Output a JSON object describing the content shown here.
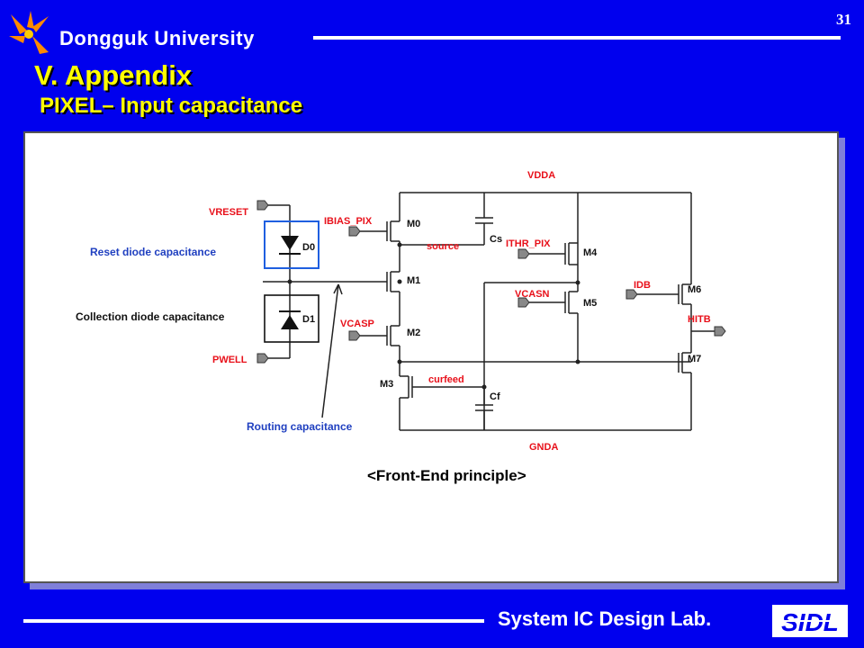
{
  "header": {
    "university": "Dongguk University",
    "page_number": "31",
    "title": "V. Appendix",
    "subtitle": "PIXEL– Input capacitance"
  },
  "footer": {
    "lab": "System IC Design Lab.",
    "logo_text": "SIDL"
  },
  "diagram": {
    "caption": "<Front-End principle>",
    "annotations": {
      "reset_diode": "Reset diode capacitance",
      "collection_diode": "Collection diode capacitance",
      "routing": "Routing capacitance"
    },
    "nets": {
      "vdda": "VDDA",
      "gnda": "GNDA",
      "vreset": "VRESET",
      "pwell": "PWELL",
      "ibias_pix": "IBIAS_PIX",
      "vcasp": "VCASP",
      "ithr_pix": "ITHR_PIX",
      "vcasn": "VCASN",
      "idb": "IDB",
      "hitb": "HITB",
      "source": "source",
      "curfeed": "curfeed"
    },
    "devices": {
      "d0": "D0",
      "d1": "D1",
      "m0": "M0",
      "m1": "M1",
      "m2": "M2",
      "m3": "M3",
      "m4": "M4",
      "m5": "M5",
      "m6": "M6",
      "m7": "M7",
      "cs": "Cs",
      "cf": "Cf"
    }
  },
  "colors": {
    "background": "#0000ee",
    "title": "#ffff00",
    "net_label": "#e8101a",
    "annotation": "#2040c0"
  }
}
